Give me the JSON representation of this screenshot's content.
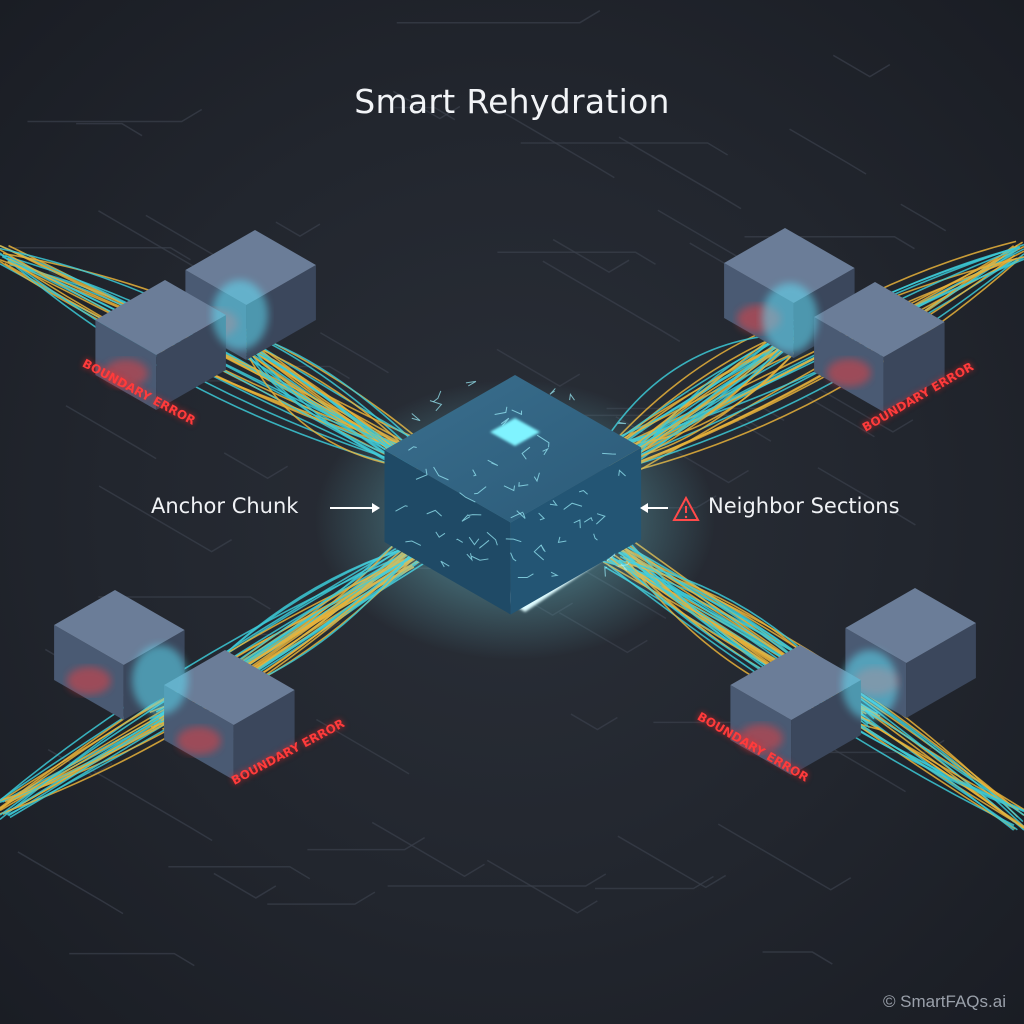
{
  "title": "Smart Rehydration",
  "labels": {
    "anchor": "Anchor Chunk",
    "neighbors": "Neighbor Sections",
    "warning_icon": "warning-triangle-icon"
  },
  "error_labels": [
    "BOUNDARY ERROR",
    "BOUNDARY ERROR",
    "BOUNDARY ERROR",
    "BOUNDARY ERROR"
  ],
  "watermark": "© SmartFAQs.ai",
  "colors": {
    "background": "#22262e",
    "grid": "#3a404b",
    "cube": "#5a6b85",
    "glow": "#5fe6ff",
    "cable_cyan": "#3cc9d6",
    "cable_gold": "#e8b23a",
    "error": "#ff3b3b"
  }
}
